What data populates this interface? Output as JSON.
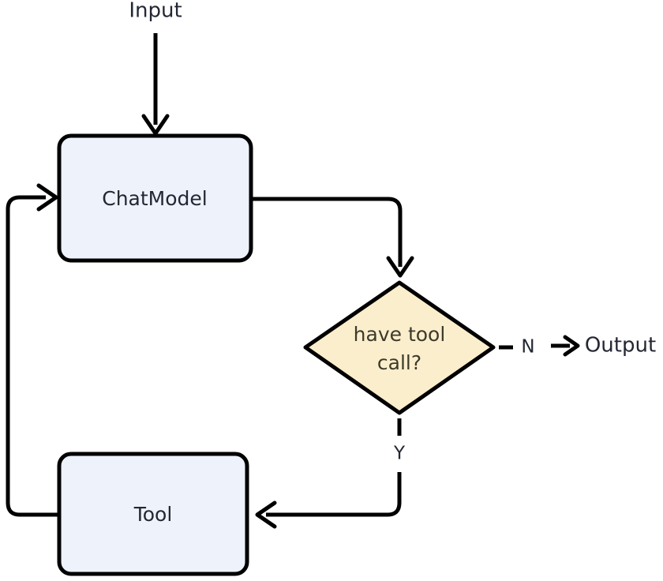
{
  "diagram": {
    "type": "flowchart",
    "title": "Agent loop flowchart",
    "orientation": "top-to-bottom with feedback loop",
    "background_color": "#ffffff",
    "nodes": [
      {
        "id": "input",
        "kind": "terminal-label",
        "label": "Input",
        "shape": "text",
        "fill": "none",
        "text_color": "#232733"
      },
      {
        "id": "chatmodel",
        "kind": "process",
        "label": "ChatModel",
        "shape": "rounded-rectangle",
        "fill": "#eef2fb",
        "stroke": "#000000",
        "text_color": "#232733"
      },
      {
        "id": "have_tool_call",
        "kind": "decision",
        "label": "have tool call?",
        "label_line_1": "have tool",
        "label_line_2": "call?",
        "shape": "diamond",
        "fill": "#fbeecc",
        "stroke": "#000000",
        "text_color": "#3d3a2c"
      },
      {
        "id": "tool",
        "kind": "process",
        "label": "Tool",
        "shape": "rounded-rectangle",
        "fill": "#eef2fb",
        "stroke": "#000000",
        "text_color": "#232733"
      },
      {
        "id": "output",
        "kind": "terminal-label",
        "label": "Output",
        "shape": "text",
        "fill": "none",
        "text_color": "#232733"
      }
    ],
    "edges": [
      {
        "id": "input-to-chatmodel",
        "from": "input",
        "to": "chatmodel",
        "label": "",
        "style": "solid-arrow"
      },
      {
        "id": "chatmodel-to-decision",
        "from": "chatmodel",
        "to": "have_tool_call",
        "label": "",
        "style": "solid-arrow"
      },
      {
        "id": "decision-to-output",
        "from": "have_tool_call",
        "to": "output",
        "label": "N",
        "style": "solid-arrow"
      },
      {
        "id": "decision-to-tool",
        "from": "have_tool_call",
        "to": "tool",
        "label": "Y",
        "style": "solid-arrow"
      },
      {
        "id": "tool-to-chatmodel",
        "from": "tool",
        "to": "chatmodel",
        "label": "",
        "style": "solid-arrow-feedback-loop"
      }
    ],
    "branch_labels": {
      "no": "N",
      "yes": "Y"
    }
  }
}
